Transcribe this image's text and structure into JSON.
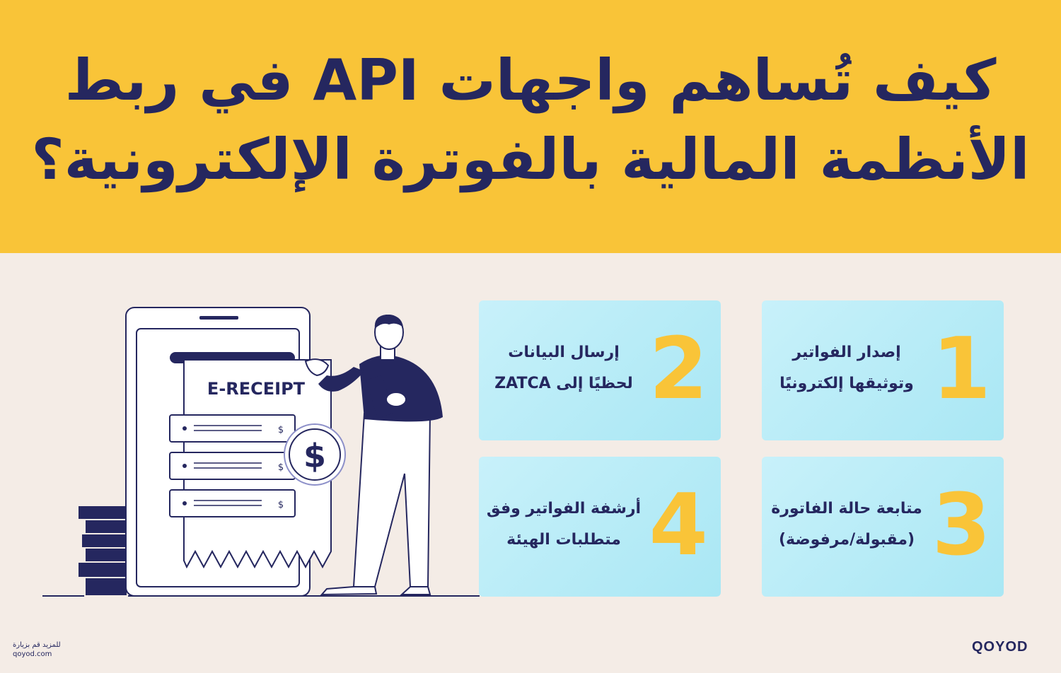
{
  "colors": {
    "banner": "#f9c438",
    "background": "#f4ece6",
    "navy": "#25275f",
    "card": "#b8ecf7",
    "number": "#f9c438"
  },
  "title": {
    "line1": "كيف تُساهم واجهات API في ربط",
    "line2": "الأنظمة المالية بالفوترة الإلكترونية؟"
  },
  "cards": [
    {
      "number": "1",
      "line1": "إصدار الفواتير",
      "line2": "وتوثيقها إلكترونيًا"
    },
    {
      "number": "2",
      "line1": "إرسال البيانات",
      "line2": "لحظيًا إلى ZATCA"
    },
    {
      "number": "3",
      "line1": "متابعة حالة الفاتورة",
      "line2": "(مقبولة/مرفوضة)"
    },
    {
      "number": "4",
      "line1": "أرشفة الفواتير وفق",
      "line2": "متطلبات الهيئة"
    }
  ],
  "illustration": {
    "receipt_title": "E-RECEIPT",
    "currency_symbol": "$",
    "row_symbol": "$",
    "icons": [
      "phone-icon",
      "receipt-icon",
      "dollar-coin-icon",
      "coin-stack-icon",
      "person-icon",
      "tablet-icon"
    ]
  },
  "footer": {
    "visit_label": "للمزيد قم بزيارة",
    "website": "qoyod.com",
    "logo": "QOYOD"
  }
}
